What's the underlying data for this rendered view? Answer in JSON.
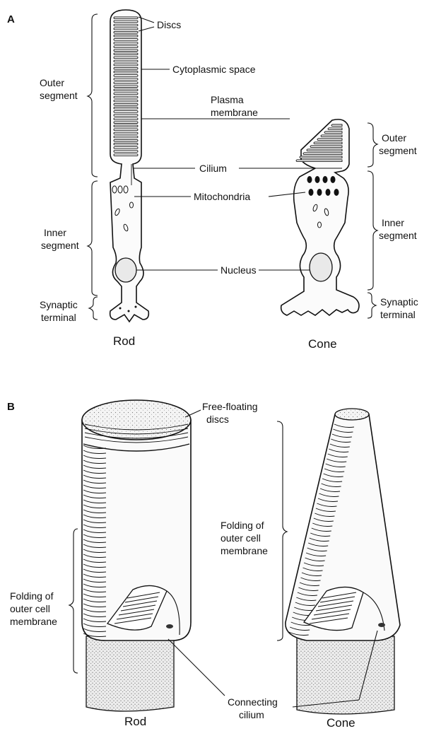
{
  "panel_a": {
    "letter": "A",
    "labels": {
      "discs": "Discs",
      "cytoplasmic_space": "Cytoplasmic space",
      "plasma_membrane_1": "Plasma",
      "plasma_membrane_2": "membrane",
      "cilium": "Cilium",
      "mitochondria": "Mitochondria",
      "nucleus": "Nucleus"
    },
    "rod_brackets": {
      "outer_1": "Outer",
      "outer_2": "segment",
      "inner_1": "Inner",
      "inner_2": "segment",
      "syn_1": "Synaptic",
      "syn_2": "terminal"
    },
    "cone_brackets": {
      "outer_1": "Outer",
      "outer_2": "segment",
      "inner_1": "Inner",
      "inner_2": "segment",
      "syn_1": "Synaptic",
      "syn_2": "terminal"
    },
    "caption_rod": "Rod",
    "caption_cone": "Cone"
  },
  "panel_b": {
    "letter": "B",
    "labels": {
      "free_floating_1": "Free-floating",
      "free_floating_2": "discs",
      "folding_left_1": "Folding of",
      "folding_left_2": "outer cell",
      "folding_left_3": "membrane",
      "folding_mid_1": "Folding of",
      "folding_mid_2": "outer cell",
      "folding_mid_3": "membrane",
      "connecting_1": "Connecting",
      "connecting_2": "cilium"
    },
    "caption_rod": "Rod",
    "caption_cone": "Cone"
  }
}
